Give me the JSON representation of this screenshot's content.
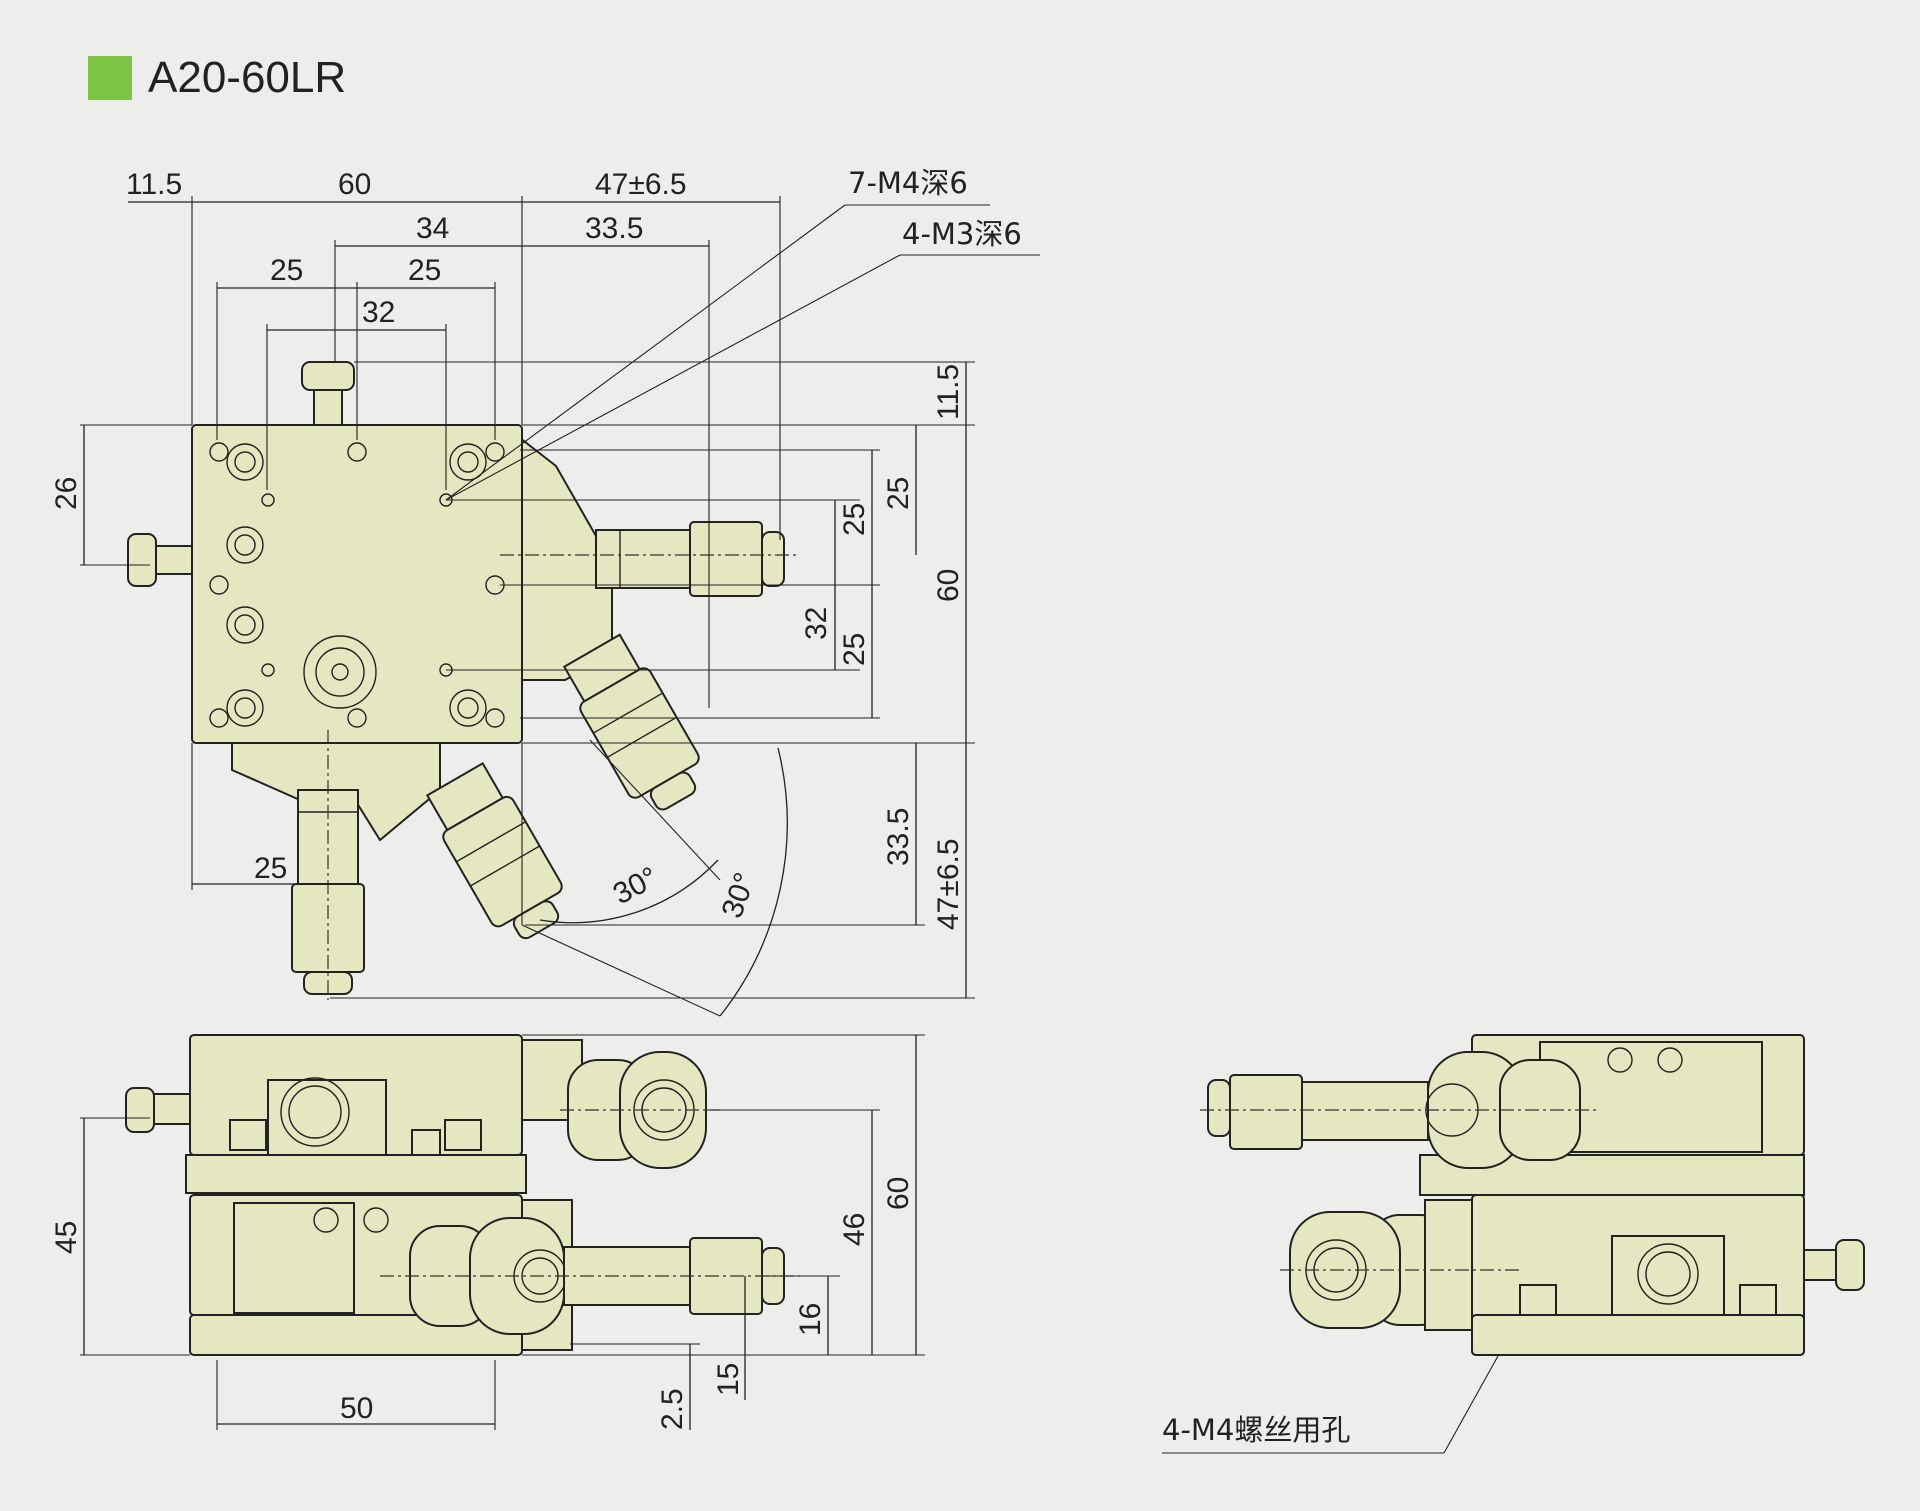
{
  "title": "A20-60LR",
  "colors": {
    "swatch": "#7cc544",
    "part_fill": "#e4e7c0",
    "line": "#222222",
    "background": "#ededeb"
  },
  "top_view": {
    "dimensions": {
      "d_11_5_left": "11.5",
      "d_60_top": "60",
      "d_47_top": "47±6.5",
      "d_34": "34",
      "d_33_5_top": "33.5",
      "d_25_a": "25",
      "d_25_b": "25",
      "d_32_top": "32",
      "d_11_5_right": "11.5",
      "d_26": "26",
      "d_25_r1": "25",
      "d_25_r2": "25",
      "d_32_r": "32",
      "d_25_r3": "25",
      "d_60_r": "60",
      "d_33_5_r": "33.5",
      "d_47_r": "47±6.5",
      "d_25_bottom": "25",
      "angle_1": "30°",
      "angle_2": "30°"
    },
    "callouts": {
      "holes_m4": "7-M4深6",
      "holes_m3": "4-M3深6"
    }
  },
  "front_view": {
    "dimensions": {
      "d_45": "45",
      "d_60": "60",
      "d_46": "46",
      "d_16": "16",
      "d_15": "15",
      "d_2_5": "2.5",
      "d_50": "50"
    }
  },
  "side_view": {
    "callouts": {
      "mount_holes": "4-M4螺丝用孔"
    }
  }
}
